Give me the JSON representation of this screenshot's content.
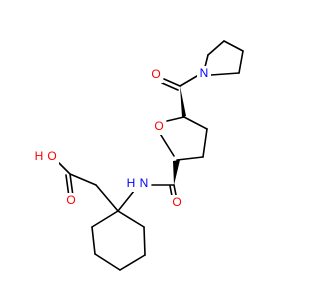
{
  "molecule": {
    "atoms": {
      "carbonyl_oxygen_top": {
        "text": "O",
        "color": "#ff0000"
      },
      "pyrrolidine_nitrogen": {
        "text": "N",
        "color": "#0000ff"
      },
      "ring_oxygen": {
        "text": "O",
        "color": "#ff0000"
      },
      "amide_nitrogen": {
        "text": "N",
        "color": "#0000ff"
      },
      "amide_hydrogen": {
        "text": "H",
        "color": "#0000ff"
      },
      "amide_carbonyl_oxygen": {
        "text": "O",
        "color": "#ff0000"
      },
      "acid_carbonyl_oxygen": {
        "text": "O",
        "color": "#ff0000"
      },
      "hydroxyl_oxygen": {
        "text": "O",
        "color": "#ff0000"
      },
      "hydroxyl_hydrogen": {
        "text": "H",
        "color": "#ff0000"
      }
    }
  }
}
